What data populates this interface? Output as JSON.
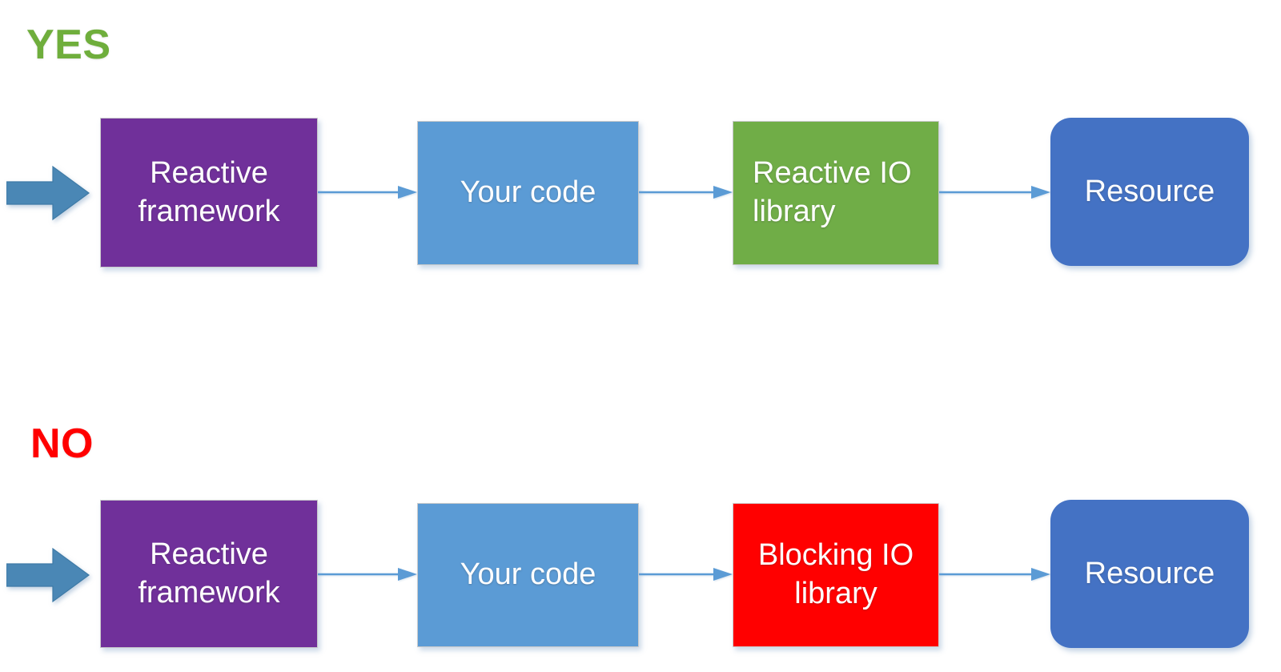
{
  "diagram": {
    "title_not_shown": "",
    "colors": {
      "yes_label": "#6FAE3C",
      "no_label": "#FF0000",
      "purple_box": "#70309A",
      "light_blue_box": "#5B9BD5",
      "green_box": "#70AD47",
      "red_box": "#FF0000",
      "resource_box": "#4472C4",
      "entry_arrow": "#4A87B5",
      "connector": "#5B9BD5"
    },
    "rows": [
      {
        "label": "YES",
        "label_color": "#6FAE3C",
        "entry_arrow_icon": "right-block-arrow-icon",
        "nodes": [
          {
            "text": "Reactive framework",
            "line1": "Reactive",
            "line2": "framework",
            "color": "#70309A",
            "shape": "rectangle"
          },
          {
            "text": "Your code",
            "line1": "Your code",
            "line2": "",
            "color": "#5B9BD5",
            "shape": "rectangle"
          },
          {
            "text": "Reactive IO library",
            "line1": "Reactive IO",
            "line2": "library",
            "color": "#70AD47",
            "shape": "rectangle"
          },
          {
            "text": "Resource",
            "line1": "Resource",
            "line2": "",
            "color": "#4472C4",
            "shape": "rounded-rectangle"
          }
        ],
        "connector_icon": "right-arrow-connector-icon",
        "connector_count": 3
      },
      {
        "label": "NO",
        "label_color": "#FF0000",
        "entry_arrow_icon": "right-block-arrow-icon",
        "nodes": [
          {
            "text": "Reactive framework",
            "line1": "Reactive",
            "line2": "framework",
            "color": "#70309A",
            "shape": "rectangle"
          },
          {
            "text": "Your code",
            "line1": "Your code",
            "line2": "",
            "color": "#5B9BD5",
            "shape": "rectangle"
          },
          {
            "text": "Blocking IO library",
            "line1": "Blocking IO",
            "line2": "library",
            "color": "#FF0000",
            "shape": "rectangle"
          },
          {
            "text": "Resource",
            "line1": "Resource",
            "line2": "",
            "color": "#4472C4",
            "shape": "rounded-rectangle"
          }
        ],
        "connector_icon": "right-arrow-connector-icon",
        "connector_count": 3
      }
    ]
  }
}
